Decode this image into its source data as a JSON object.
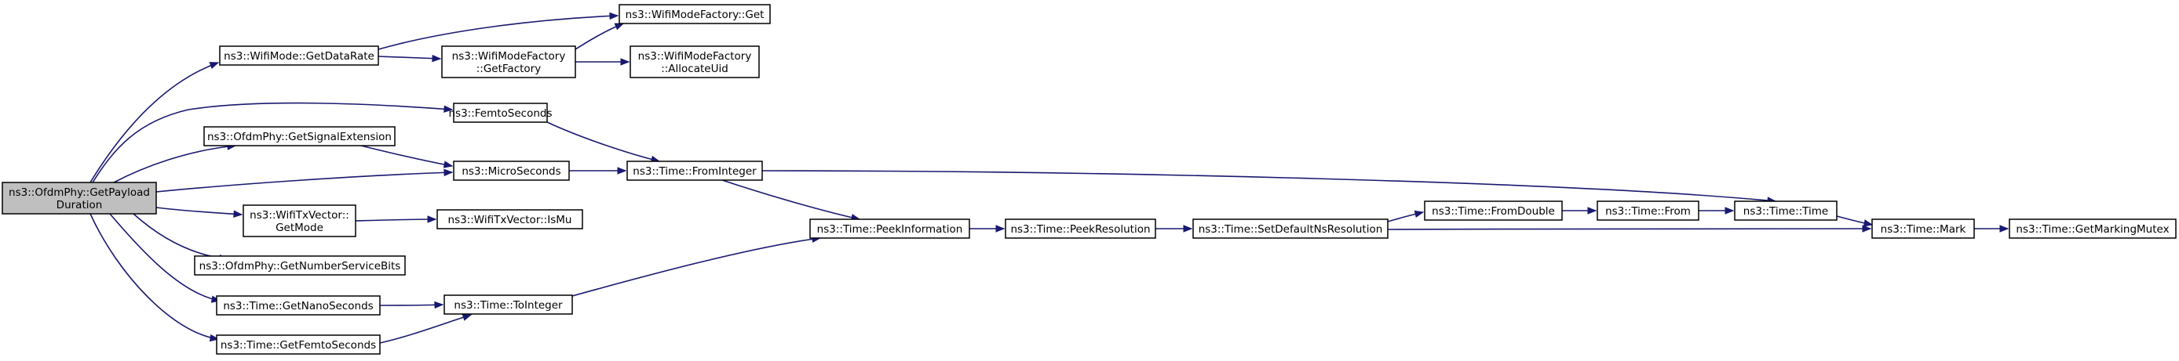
{
  "graph": {
    "type": "call-graph",
    "root": "n0",
    "colors": {
      "edge": "#191970",
      "root_fill": "#bfbfbf",
      "node_fill": "#ffffff",
      "node_border": "#000000"
    },
    "nodes": [
      {
        "id": "n0",
        "lines": [
          "ns3::OfdmPhy::GetPayload",
          "Duration"
        ],
        "root": true
      },
      {
        "id": "n1",
        "lines": [
          "ns3::WifiMode::GetDataRate"
        ]
      },
      {
        "id": "n2",
        "lines": [
          "ns3::WifiModeFactory",
          "::GetFactory"
        ]
      },
      {
        "id": "n3",
        "lines": [
          "ns3::WifiModeFactory::Get"
        ]
      },
      {
        "id": "n4",
        "lines": [
          "ns3::WifiModeFactory",
          "::AllocateUid"
        ]
      },
      {
        "id": "n5",
        "lines": [
          "ns3::FemtoSeconds"
        ]
      },
      {
        "id": "n6",
        "lines": [
          "ns3::OfdmPhy::GetSignalExtension"
        ]
      },
      {
        "id": "n7",
        "lines": [
          "ns3::MicroSeconds"
        ]
      },
      {
        "id": "n8",
        "lines": [
          "ns3::Time::FromInteger"
        ]
      },
      {
        "id": "n9",
        "lines": [
          "ns3::WifiTxVector::",
          "GetMode"
        ]
      },
      {
        "id": "n10",
        "lines": [
          "ns3::WifiTxVector::IsMu"
        ]
      },
      {
        "id": "n11",
        "lines": [
          "ns3::OfdmPhy::GetNumberServiceBits"
        ]
      },
      {
        "id": "n12",
        "lines": [
          "ns3::Time::GetNanoSeconds"
        ]
      },
      {
        "id": "n13",
        "lines": [
          "ns3::Time::ToInteger"
        ]
      },
      {
        "id": "n14",
        "lines": [
          "ns3::Time::GetFemtoSeconds"
        ]
      },
      {
        "id": "n15",
        "lines": [
          "ns3::Time::PeekInformation"
        ]
      },
      {
        "id": "n16",
        "lines": [
          "ns3::Time::PeekResolution"
        ]
      },
      {
        "id": "n17",
        "lines": [
          "ns3::Time::SetDefaultNsResolution"
        ]
      },
      {
        "id": "n18",
        "lines": [
          "ns3::Time::FromDouble"
        ]
      },
      {
        "id": "n19",
        "lines": [
          "ns3::Time::From"
        ]
      },
      {
        "id": "n20",
        "lines": [
          "ns3::Time::Time"
        ]
      },
      {
        "id": "n21",
        "lines": [
          "ns3::Time::Mark"
        ]
      },
      {
        "id": "n22",
        "lines": [
          "ns3::Time::GetMarkingMutex"
        ]
      }
    ],
    "edges": [
      {
        "from": "n0",
        "to": "n1"
      },
      {
        "from": "n0",
        "to": "n5"
      },
      {
        "from": "n0",
        "to": "n6"
      },
      {
        "from": "n0",
        "to": "n7"
      },
      {
        "from": "n0",
        "to": "n9"
      },
      {
        "from": "n0",
        "to": "n11"
      },
      {
        "from": "n0",
        "to": "n12"
      },
      {
        "from": "n0",
        "to": "n14"
      },
      {
        "from": "n1",
        "to": "n2"
      },
      {
        "from": "n1",
        "to": "n3"
      },
      {
        "from": "n2",
        "to": "n3"
      },
      {
        "from": "n2",
        "to": "n4"
      },
      {
        "from": "n5",
        "to": "n8"
      },
      {
        "from": "n6",
        "to": "n7"
      },
      {
        "from": "n7",
        "to": "n8"
      },
      {
        "from": "n8",
        "to": "n15"
      },
      {
        "from": "n8",
        "to": "n20"
      },
      {
        "from": "n9",
        "to": "n10"
      },
      {
        "from": "n12",
        "to": "n13"
      },
      {
        "from": "n14",
        "to": "n13"
      },
      {
        "from": "n13",
        "to": "n15"
      },
      {
        "from": "n15",
        "to": "n16"
      },
      {
        "from": "n16",
        "to": "n17"
      },
      {
        "from": "n17",
        "to": "n18"
      },
      {
        "from": "n17",
        "to": "n21"
      },
      {
        "from": "n18",
        "to": "n19"
      },
      {
        "from": "n19",
        "to": "n20"
      },
      {
        "from": "n20",
        "to": "n21"
      },
      {
        "from": "n21",
        "to": "n22"
      }
    ]
  }
}
